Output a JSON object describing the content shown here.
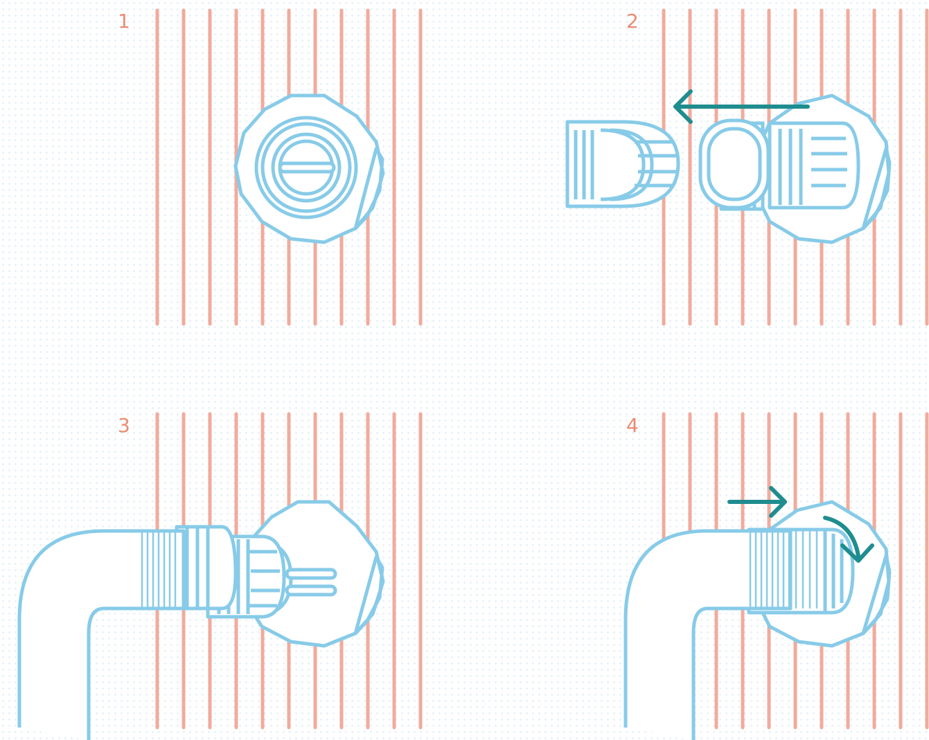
{
  "colors": {
    "pipe": "#ef9d8b",
    "outline": "#87cbe8",
    "arrow": "#1f8d8f",
    "number": "#ec8a72",
    "dots": "#e6f1f7"
  },
  "steps": [
    {
      "number": "1",
      "icon": "wall-outlet-capped-icon"
    },
    {
      "number": "2",
      "icon": "remove-cap-icon",
      "arrow": "arrow-left-icon"
    },
    {
      "number": "3",
      "icon": "connect-hose-icon"
    },
    {
      "number": "4",
      "icon": "tighten-hose-icon",
      "arrows": [
        "arrow-right-icon",
        "rotate-clockwise-icon"
      ]
    }
  ]
}
